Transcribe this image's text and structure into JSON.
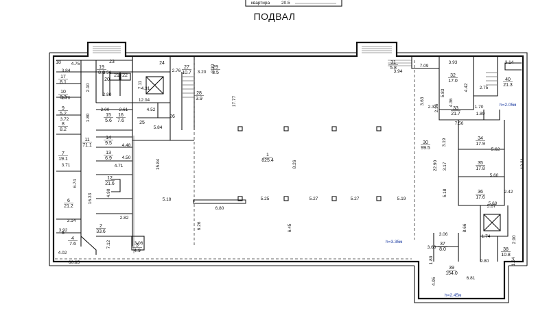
{
  "header": {
    "top_snippet_left": "квартира",
    "top_snippet_mid": "20.5",
    "floor_title": "ПОДВАЛ"
  },
  "height_marks": {
    "main": "h=3.35м",
    "right": "h=2.05м",
    "bottom": "h=2.45м"
  },
  "rooms": [
    {
      "no": "1",
      "area": "825.4"
    },
    {
      "no": "2",
      "area": "33.6"
    },
    {
      "no": "3",
      "area": "4.9"
    },
    {
      "no": "4",
      "area": "7.6"
    },
    {
      "no": "5",
      "area": ""
    },
    {
      "no": "6",
      "area": "21.2"
    },
    {
      "no": "7",
      "area": "19.1"
    },
    {
      "no": "8",
      "area": "8.2"
    },
    {
      "no": "9",
      "area": "5.2"
    },
    {
      "no": "10",
      "area": "8.3"
    },
    {
      "no": "11",
      "area": "71.1"
    },
    {
      "no": "12",
      "area": "21.6"
    },
    {
      "no": "13",
      "area": "6.9"
    },
    {
      "no": "14",
      "area": "9.5"
    },
    {
      "no": "15",
      "area": "5.6"
    },
    {
      "no": "16",
      "area": "7.6"
    },
    {
      "no": "17",
      "area": "8.1"
    },
    {
      "no": "18",
      "area": ""
    },
    {
      "no": "19",
      "area": "8.8"
    },
    {
      "no": "20",
      "area": ""
    },
    {
      "no": "21",
      "area": ""
    },
    {
      "no": "22",
      "area": ""
    },
    {
      "no": "23",
      "area": ""
    },
    {
      "no": "24",
      "area": ""
    },
    {
      "no": "25",
      "area": ""
    },
    {
      "no": "26",
      "area": ""
    },
    {
      "no": "27",
      "area": "10.7"
    },
    {
      "no": "28",
      "area": "3.9"
    },
    {
      "no": "29",
      "area": "8.5"
    },
    {
      "no": "30",
      "area": "99.5"
    },
    {
      "no": "31",
      "area": "5.8"
    },
    {
      "no": "32",
      "area": "17.0"
    },
    {
      "no": "33",
      "area": "21.7"
    },
    {
      "no": "34",
      "area": "17.9"
    },
    {
      "no": "35",
      "area": "17.8"
    },
    {
      "no": "36",
      "area": "17.6"
    },
    {
      "no": "37",
      "area": "8.0"
    },
    {
      "no": "38",
      "area": "10.8"
    },
    {
      "no": "39",
      "area": "154.0"
    },
    {
      "no": "40",
      "area": "21.3"
    }
  ],
  "dimensions": [
    "4.75",
    "3.84",
    "3.56",
    "7.11",
    "12.04",
    "4.52",
    "5.84",
    "2.76",
    "3.20",
    "2.30",
    "17.77",
    "15.84",
    "8.26",
    "5.18",
    "6.80",
    "5.25",
    "5.27",
    "5.27",
    "5.19",
    "6.26",
    "6.45",
    "22.90",
    "60.85",
    "4.02",
    "3.06",
    "2.82",
    "7.12",
    "16.33",
    "6.74",
    "3.14",
    "3.92",
    "3.72",
    "3.71",
    "1.80",
    "4.48",
    "4.50",
    "4.71",
    "2.00",
    "2.61",
    "4.90",
    "3.94",
    "7.09",
    "3.93",
    "4.42",
    "2.75",
    "3.14",
    "5.83",
    "3.63",
    "2.33",
    "2.36",
    "7.56",
    "1.89",
    "1.70",
    "4.36",
    "3.19",
    "5.62",
    "3.17",
    "5.60",
    "5.18",
    "5.60",
    "2.42",
    "5.67",
    "12.21",
    "8.66",
    "3.06",
    "3.60",
    "1.74",
    "2.90",
    "9.80",
    "1.64",
    "1.80",
    "4.05",
    "6.81",
    "2.70",
    "2.10",
    "2.80",
    "4.31"
  ]
}
